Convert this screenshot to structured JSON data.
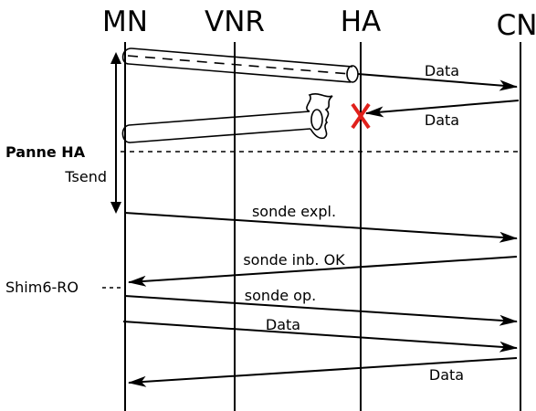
{
  "entities": {
    "mn": "MN",
    "vnr": "VNR",
    "ha": "HA",
    "cn": "CN"
  },
  "labels": {
    "failure": "Panne HA",
    "tsend": "Tsend",
    "shim6": "Shim6-RO"
  },
  "messages": {
    "data_out": "Data",
    "data_in": "Data",
    "probe_explore": "sonde expl.",
    "probe_inbound": "sonde inb. OK",
    "probe_op": "sonde op.",
    "data_after_out": "Data",
    "data_after_in": "Data"
  },
  "colors": {
    "line": "#000000",
    "failure_mark": "#e0201b"
  }
}
